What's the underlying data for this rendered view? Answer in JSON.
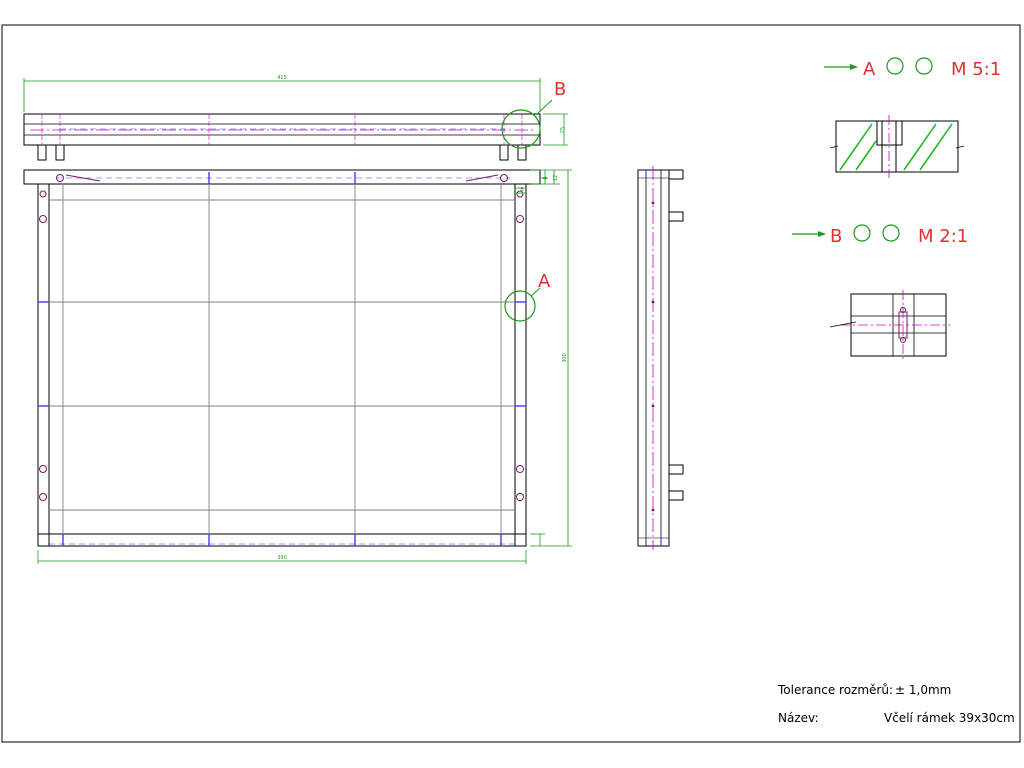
{
  "sheet": {
    "detail_a": {
      "letter": "A",
      "scale": "M 5:1"
    },
    "detail_b": {
      "letter": "B",
      "scale": "M 2:1"
    },
    "callouts": {
      "a": "A",
      "b": "B"
    },
    "dimensions": {
      "top_overall": "415",
      "top_height": "25",
      "overall_height": "300",
      "bottom_width": "390",
      "offset_small_1": "8",
      "offset_small_2": "12",
      "offset_small_3": "8"
    },
    "title_block": {
      "tolerance_label": "Tolerance rozměrů:",
      "tolerance_value": "± 1,0mm",
      "name_label": "Název:",
      "name_value": "Včelí rámek 39x30cm"
    }
  },
  "colors": {
    "outline": "#000000",
    "grid": "#808080",
    "dimension": "#1a9a1a",
    "annotation": "#e53030",
    "centerline": "#cc00cc",
    "hidden": "#3a3aff"
  }
}
